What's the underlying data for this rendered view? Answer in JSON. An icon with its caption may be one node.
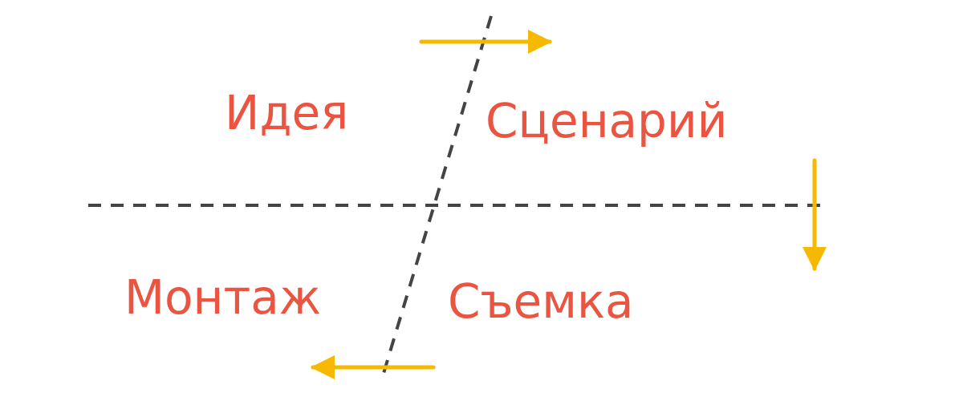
{
  "diagram": {
    "nodes": [
      {
        "text": [
          "Идея"
        ]
      },
      {
        "text": [
          "Сценарий"
        ]
      },
      {
        "text": [
          "Монтаж"
        ]
      },
      {
        "text": [
          "Съемка"
        ]
      }
    ]
  }
}
